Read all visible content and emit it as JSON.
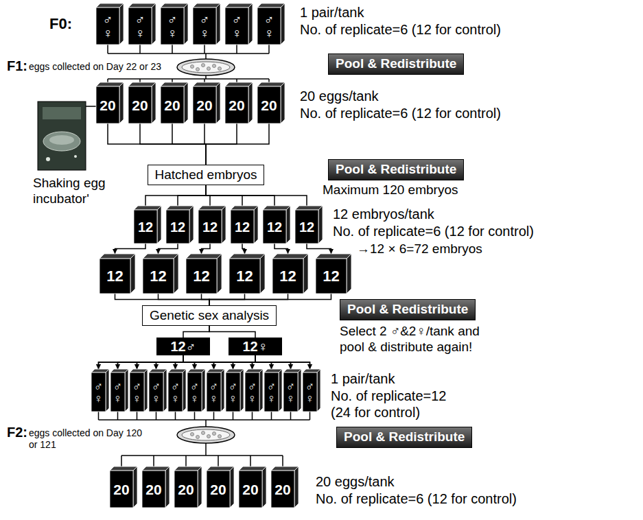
{
  "diagram": {
    "nodes": [
      {
        "text": [
          "♂",
          "♀"
        ]
      },
      {
        "text": [
          "♂",
          "♀"
        ]
      },
      {
        "text": [
          "♂",
          "♀"
        ]
      },
      {
        "text": [
          "♂",
          "♀"
        ]
      },
      {
        "text": [
          "♂",
          "♀"
        ]
      },
      {
        "text": [
          "♂",
          "♀"
        ]
      },
      {
        "text": [
          "Pool & Redistribute"
        ]
      },
      {
        "text": [
          "20"
        ]
      },
      {
        "text": [
          "20"
        ]
      },
      {
        "text": [
          "20"
        ]
      },
      {
        "text": [
          "20"
        ]
      },
      {
        "text": [
          "20"
        ]
      },
      {
        "text": [
          "20"
        ]
      },
      {
        "text": [
          "Hatched embryos"
        ]
      },
      {
        "text": [
          "Pool & Redistribute"
        ]
      },
      {
        "text": [
          "12"
        ]
      },
      {
        "text": [
          "12"
        ]
      },
      {
        "text": [
          "12"
        ]
      },
      {
        "text": [
          "12"
        ]
      },
      {
        "text": [
          "12"
        ]
      },
      {
        "text": [
          "12"
        ]
      },
      {
        "text": [
          "12"
        ]
      },
      {
        "text": [
          "12"
        ]
      },
      {
        "text": [
          "12"
        ]
      },
      {
        "text": [
          "12"
        ]
      },
      {
        "text": [
          "12"
        ]
      },
      {
        "text": [
          "12"
        ]
      },
      {
        "text": [
          "Genetic sex analysis"
        ]
      },
      {
        "text": [
          "Pool & Redistribute"
        ]
      },
      {
        "text": [
          "12♂"
        ]
      },
      {
        "text": [
          "12♀"
        ]
      },
      {
        "text": [
          "♂",
          "♀"
        ]
      },
      {
        "text": [
          "♂",
          "♀"
        ]
      },
      {
        "text": [
          "♂",
          "♀"
        ]
      },
      {
        "text": [
          "♂",
          "♀"
        ]
      },
      {
        "text": [
          "♂",
          "♀"
        ]
      },
      {
        "text": [
          "♂",
          "♀"
        ]
      },
      {
        "text": [
          "♂",
          "♀"
        ]
      },
      {
        "text": [
          "♂",
          "♀"
        ]
      },
      {
        "text": [
          "♂",
          "♀"
        ]
      },
      {
        "text": [
          "♂",
          "♀"
        ]
      },
      {
        "text": [
          "♂",
          "♀"
        ]
      },
      {
        "text": [
          "♂",
          "♀"
        ]
      },
      {
        "text": [
          "Pool & Redistribute"
        ]
      },
      {
        "text": [
          "20"
        ]
      },
      {
        "text": [
          "20"
        ]
      },
      {
        "text": [
          "20"
        ]
      },
      {
        "text": [
          "20"
        ]
      },
      {
        "text": [
          "20"
        ]
      },
      {
        "text": [
          "20"
        ]
      }
    ],
    "edges": [
      {
        "from": 7,
        "to": 13,
        "arrow": "none"
      },
      {
        "from": 8,
        "to": 13,
        "arrow": "none"
      },
      {
        "from": 9,
        "to": 13,
        "arrow": "none"
      },
      {
        "from": 10,
        "to": 13,
        "arrow": "none"
      },
      {
        "from": 11,
        "to": 13,
        "arrow": "none"
      },
      {
        "from": 12,
        "to": 13,
        "arrow": "none"
      },
      {
        "from": 13,
        "to": 15,
        "arrow": "none"
      },
      {
        "from": 13,
        "to": 16,
        "arrow": "none"
      },
      {
        "from": 13,
        "to": 17,
        "arrow": "none"
      },
      {
        "from": 13,
        "to": 18,
        "arrow": "none"
      },
      {
        "from": 13,
        "to": 19,
        "arrow": "none"
      },
      {
        "from": 13,
        "to": 20,
        "arrow": "none"
      },
      {
        "from": 15,
        "to": 21,
        "arrow": "to"
      },
      {
        "from": 16,
        "to": 22,
        "arrow": "to"
      },
      {
        "from": 17,
        "to": 23,
        "arrow": "to"
      },
      {
        "from": 18,
        "to": 24,
        "arrow": "to"
      },
      {
        "from": 19,
        "to": 25,
        "arrow": "to"
      },
      {
        "from": 20,
        "to": 26,
        "arrow": "to"
      },
      {
        "from": 21,
        "to": 27,
        "arrow": "none"
      },
      {
        "from": 22,
        "to": 27,
        "arrow": "none"
      },
      {
        "from": 23,
        "to": 27,
        "arrow": "none"
      },
      {
        "from": 24,
        "to": 27,
        "arrow": "none"
      },
      {
        "from": 25,
        "to": 27,
        "arrow": "none"
      },
      {
        "from": 26,
        "to": 27,
        "arrow": "none"
      },
      {
        "from": 27,
        "to": 29,
        "arrow": "none"
      },
      {
        "from": 27,
        "to": 30,
        "arrow": "none"
      },
      {
        "from": 29,
        "to": 31,
        "arrow": "to"
      },
      {
        "from": 29,
        "to": 32,
        "arrow": "to"
      },
      {
        "from": 29,
        "to": 33,
        "arrow": "to"
      },
      {
        "from": 29,
        "to": 34,
        "arrow": "to"
      },
      {
        "from": 29,
        "to": 35,
        "arrow": "to"
      },
      {
        "from": 29,
        "to": 36,
        "arrow": "to"
      },
      {
        "from": 29,
        "to": 37,
        "arrow": "to"
      },
      {
        "from": 29,
        "to": 38,
        "arrow": "to"
      },
      {
        "from": 29,
        "to": 39,
        "arrow": "to"
      },
      {
        "from": 29,
        "to": 40,
        "arrow": "to"
      },
      {
        "from": 29,
        "to": 41,
        "arrow": "to"
      },
      {
        "from": 29,
        "to": 42,
        "arrow": "to"
      },
      {
        "from": 30,
        "to": 31,
        "arrow": "to"
      },
      {
        "from": 30,
        "to": 32,
        "arrow": "to"
      },
      {
        "from": 30,
        "to": 33,
        "arrow": "to"
      },
      {
        "from": 30,
        "to": 34,
        "arrow": "to"
      },
      {
        "from": 30,
        "to": 35,
        "arrow": "to"
      },
      {
        "from": 30,
        "to": 36,
        "arrow": "to"
      },
      {
        "from": 30,
        "to": 37,
        "arrow": "to"
      },
      {
        "from": 30,
        "to": 38,
        "arrow": "to"
      },
      {
        "from": 30,
        "to": 39,
        "arrow": "to"
      },
      {
        "from": 30,
        "to": 40,
        "arrow": "to"
      },
      {
        "from": 30,
        "to": 41,
        "arrow": "to"
      },
      {
        "from": 30,
        "to": 42,
        "arrow": "to"
      }
    ],
    "labels": [
      "F0:",
      "1 pair/tank",
      "No. of replicate=6 (12 for control)",
      "F1:",
      "eggs collected on Day 22 or 23",
      "20 eggs/tank",
      "No. of replicate=6 (12 for control)",
      "Shaking egg incubator'",
      "Maximum 120 embryos",
      "12 embryos/tank",
      "No. of replicate=6 (12 for control)",
      "→12 × 6=72 embryos",
      "Select 2 ♂&2♀/tank and pool & distribute again!",
      "1 pair/tank",
      "No. of replicate=12 (24 for control)",
      "F2:",
      "eggs collected on Day 120 or 121",
      "20 eggs/tank",
      "No. of replicate=6 (12 for control)"
    ]
  }
}
